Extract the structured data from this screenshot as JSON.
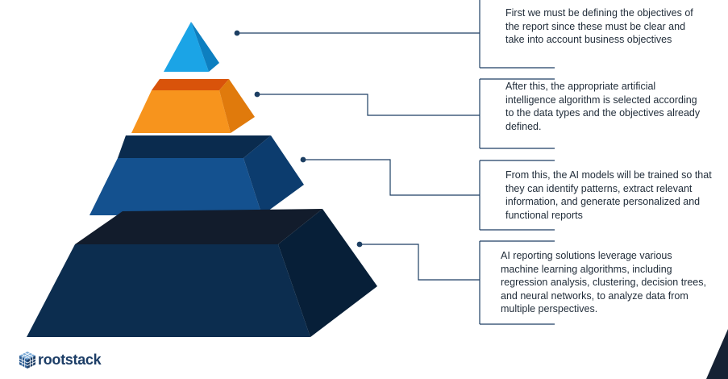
{
  "diagram": {
    "levels": [
      {
        "level": 1,
        "text": "First we must be defining the objectives of the report since these must be clear and take into account business objectives"
      },
      {
        "level": 2,
        "text": "After this, the appropriate artificial intelligence algorithm is selected according to the data types and the objectives already defined."
      },
      {
        "level": 3,
        "text": "From this, the AI models will be trained so that they can identify patterns, extract relevant information, and generate personalized and functional reports"
      },
      {
        "level": 4,
        "text": "AI reporting solutions leverage various machine learning algorithms, including regression analysis, clustering, decision trees, and neural networks, to analyze data from multiple perspectives."
      }
    ]
  },
  "colors": {
    "level1_front": "#1ba4e6",
    "level1_side": "#0d7fc0",
    "level2_front": "#f7941d",
    "level2_side": "#e07a0c",
    "level2_top": "#d9530a",
    "level3_front": "#14518f",
    "level3_side": "#0c3c6e",
    "level3_top": "#0a2b4e",
    "level4_front": "#0c2d4f",
    "level4_side": "#071f38",
    "level4_top": "#121c2c",
    "connector": "#1d3f63",
    "text": "#1f2b38",
    "corner_accent": "#162234"
  },
  "logo": {
    "text": "rootstack",
    "icon": "cube-logo-icon"
  }
}
